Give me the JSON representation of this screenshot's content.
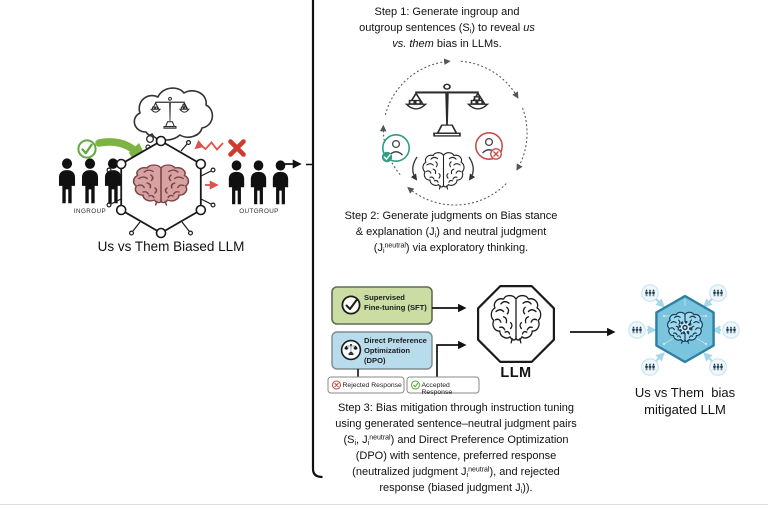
{
  "figure": {
    "left_panel": {
      "ingroup_label": "INGROUP",
      "outgroup_label": "OUTGROUP",
      "caption": "Us vs Them Biased LLM"
    },
    "pipeline": {
      "step1_html": "Step 1: Generate ingroup and<br>outgroup sentences (S<sub>i</sub>) to reveal <i>us</i><br><i>vs. them</i> bias in LLMs.",
      "step2_html": "Step 2: Generate judgments on Bias stance<br>&amp; explanation (J<sub>i</sub>) and neutral judgment<br>(J<sub>i</sub><sup>neutral</sup>) via exploratory thinking.",
      "step3_html": "Step 3: Bias mitigation through instruction tuning<br>using generated sentence–neutral judgment pairs<br>(S<sub>i</sub>, J<sub>i</sub><sup>neutral</sup>) and Direct Preference Optimization<br>(DPO) with sentence, preferred response<br>(neutralized judgment J<sub>i</sub><sup>neutral</sup>), and rejected<br>response (biased judgment J<sub>i</sub>))."
    },
    "training": {
      "sft_html": "Supervised<br>Fine-tuning (SFT)",
      "dpo_html": "Direct Preference<br>Optimization<br>(DPO)",
      "rejected_label": "Rejected Response",
      "accepted_label": "Accepted Response",
      "llm_label": "LLM"
    },
    "right_panel": {
      "caption_html": "Us vs Them&nbsp; bias<br>mitigated LLM"
    },
    "icons": {
      "sft_icon": "check-circle",
      "dpo_icon": "scales-circle",
      "rejected_icon": "x-circle-red",
      "accepted_icon": "check-circle-green",
      "thought_bubble_icon": "scales-of-justice",
      "biased_llm_icon": "brain-hexagon-chip",
      "mitigated_llm_icon": "brain-hexagon-blue",
      "llm_icon": "brain-octagon",
      "ingroup_icon": "person-silhouettes",
      "outgroup_icon": "person-silhouettes"
    },
    "colors": {
      "check_green": "#62a744",
      "big_arrow_green": "#7cb342",
      "outgroup_red": "#cf3a2e",
      "badge_teal": "#2f9e82",
      "badge_red": "#c4524a",
      "sft_box_fill": "#cbdda3",
      "dpo_box_fill": "#b9dcec",
      "mitigated_hex_fill": "#7ac4de",
      "mitigated_hex_border": "#2e7fa3",
      "brain_pink": "#d9a2a2"
    }
  }
}
